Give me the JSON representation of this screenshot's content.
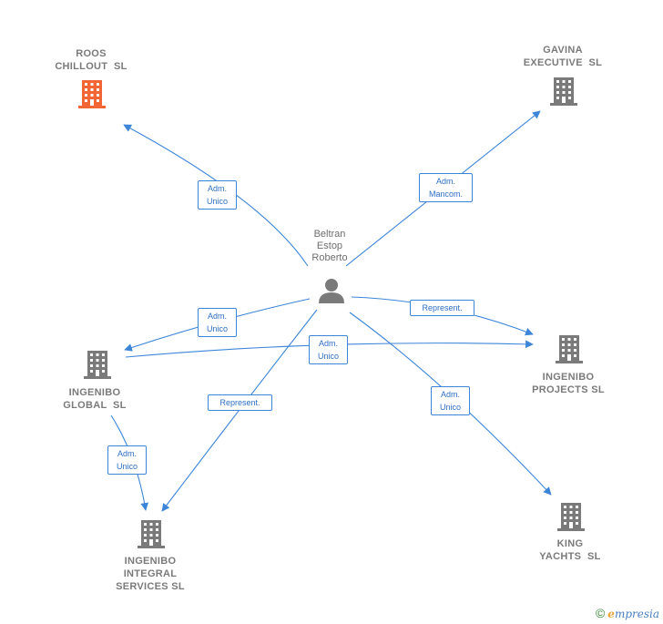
{
  "nodes": {
    "roos": {
      "lines": [
        "ROOS",
        "CHILLOUT  SL"
      ],
      "color": "#f26535"
    },
    "gavina": {
      "lines": [
        "GAVINA",
        "EXECUTIVE  SL"
      ],
      "color": "#7a7a7a"
    },
    "ingenibo_global": {
      "lines": [
        "INGENIBO",
        "GLOBAL  SL"
      ],
      "color": "#7a7a7a"
    },
    "ingenibo_projects": {
      "lines": [
        "INGENIBO",
        "PROJECTS SL"
      ],
      "color": "#7a7a7a"
    },
    "ingenibo_integral": {
      "lines": [
        "INGENIBO",
        "INTEGRAL",
        "SERVICES SL"
      ],
      "color": "#7a7a7a"
    },
    "king_yachts": {
      "lines": [
        "KING",
        "YACHTS  SL"
      ],
      "color": "#7a7a7a"
    }
  },
  "person": {
    "lines": [
      "Beltran",
      "Estop",
      "Roberto"
    ],
    "color": "#7a7a7a"
  },
  "edges": {
    "roos": {
      "lines": [
        "Adm.",
        "Unico"
      ]
    },
    "gavina": {
      "lines": [
        "Adm.",
        "Mancom."
      ]
    },
    "global": {
      "lines": [
        "Adm.",
        "Unico"
      ]
    },
    "projects": {
      "lines": [
        "Represent."
      ]
    },
    "global_projects": {
      "lines": [
        "Adm.",
        "Unico"
      ]
    },
    "king": {
      "lines": [
        "Adm.",
        "Unico"
      ]
    },
    "integral": {
      "lines": [
        "Represent."
      ]
    },
    "global_integral": {
      "lines": [
        "Adm.",
        "Unico"
      ]
    }
  },
  "colors": {
    "edge": "#3d85d8",
    "accent": "#f26535",
    "building": "#7a7a7a"
  },
  "footer": {
    "copyright": "©",
    "brand_initial": "e",
    "brand_rest": "mpresia"
  }
}
